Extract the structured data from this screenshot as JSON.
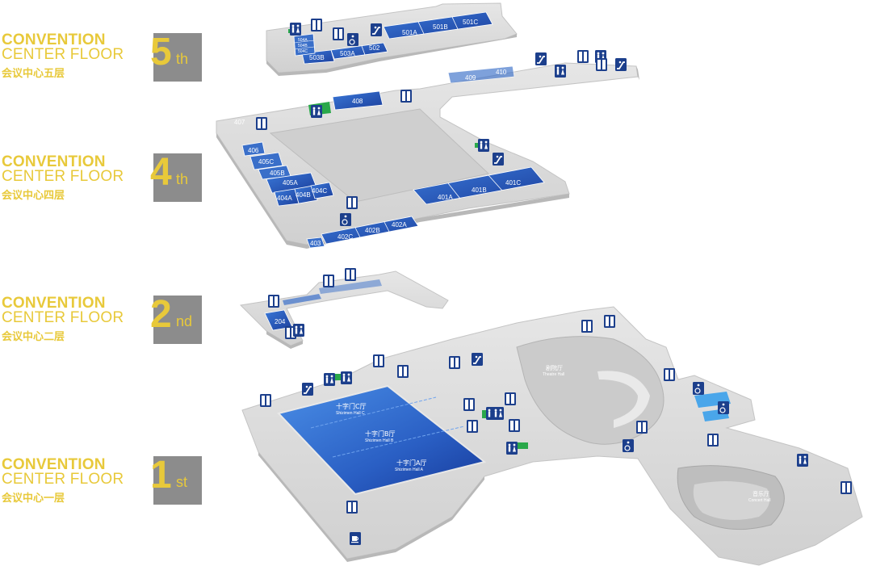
{
  "legend": {
    "floor5": {
      "en1": "CONVENTION",
      "en2": "CENTER FLOOR",
      "cn": "会议中心五层",
      "num": "5",
      "suffix": "th"
    },
    "floor4": {
      "en1": "CONVENTION",
      "en2": "CENTER FLOOR",
      "cn": "会议中心四层",
      "num": "4",
      "suffix": "th"
    },
    "floor2": {
      "en1": "CONVENTION",
      "en2": "CENTER FLOOR",
      "cn": "会议中心二层",
      "num": "2",
      "suffix": "nd"
    },
    "floor1": {
      "en1": "CONVENTION",
      "en2": "CENTER FLOOR",
      "cn": "会议中心一层",
      "num": "1",
      "suffix": "st"
    }
  },
  "colors": {
    "accent": "#e8c93a",
    "badge": "#8c8c8c",
    "room_blue": "#2457b8",
    "floor_gray": "#d9d9d9",
    "icon_blue": "#1c3f8c",
    "restroom_green": "#2aa84a"
  },
  "floor5_rooms": [
    "501A",
    "501B",
    "501C",
    "502",
    "503A",
    "503B",
    "504A",
    "504B",
    "504C"
  ],
  "floor4_rooms": [
    "401A",
    "401B",
    "401C",
    "402A",
    "402B",
    "402C",
    "403",
    "404A",
    "404B",
    "404C",
    "405A",
    "405B",
    "405C",
    "406",
    "407",
    "408",
    "409",
    "410"
  ],
  "floor2_rooms": [
    "204"
  ],
  "floor1_halls": {
    "hall_c_cn": "十字门C厅",
    "hall_c_en": "Shizimen Hall C",
    "hall_b_cn": "十字门B厅",
    "hall_b_en": "Shizimen Hall B",
    "hall_a_cn": "十字门A厅",
    "hall_a_en": "Shizimen Hall A",
    "theatre_cn": "剧院厅",
    "theatre_en": "Theatre Hall",
    "concert_cn": "音乐厅",
    "concert_en": "Concert Hall"
  },
  "icons": [
    "elevator-icon",
    "escalator-icon",
    "restroom-icon",
    "accessible-icon",
    "cafe-icon",
    "stairs-icon"
  ]
}
